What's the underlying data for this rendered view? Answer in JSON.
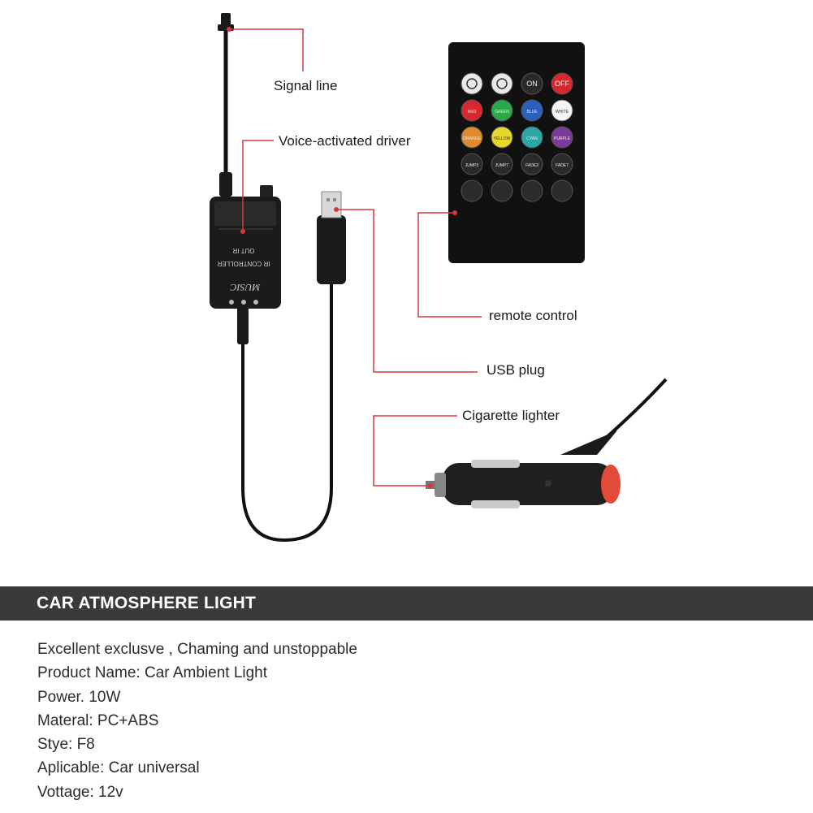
{
  "callouts": {
    "signal_line": "Signal line",
    "voice_driver": "Voice-activated driver",
    "remote_control": "remote control",
    "usb_plug": "USB plug",
    "cigarette_lighter": "Cigarette lighter"
  },
  "controller": {
    "brand": "MUSIC",
    "model": "IR CONTROLLER",
    "ports": "OUT  IR"
  },
  "remote_buttons": [
    [
      "",
      "",
      "ON",
      "OFF"
    ],
    [
      "RED",
      "GREEN",
      "BLUE",
      "WHITE"
    ],
    [
      "ORANGE",
      "YELLOW",
      "CYAN",
      "PURPLE"
    ],
    [
      "JUMP3",
      "JUMP7",
      "FADE3",
      "FADE7"
    ],
    [
      "",
      "",
      "",
      ""
    ]
  ],
  "colors": {
    "callout_line": "#d23a3a",
    "banner_bg": "#3a3a3a",
    "remote_body": "#111111",
    "lighter_tip": "#e24a3a"
  },
  "banner": {
    "title": "CAR ATMOSPHERE LIGHT"
  },
  "specs": [
    "Excellent exclusve , Chaming and unstoppable",
    "Product Name: Car Ambient Light",
    "Power. 10W",
    "Materal: PC+ABS",
    "Stye: F8",
    "Aplicable: Car universal",
    "Vottage: 12v"
  ]
}
